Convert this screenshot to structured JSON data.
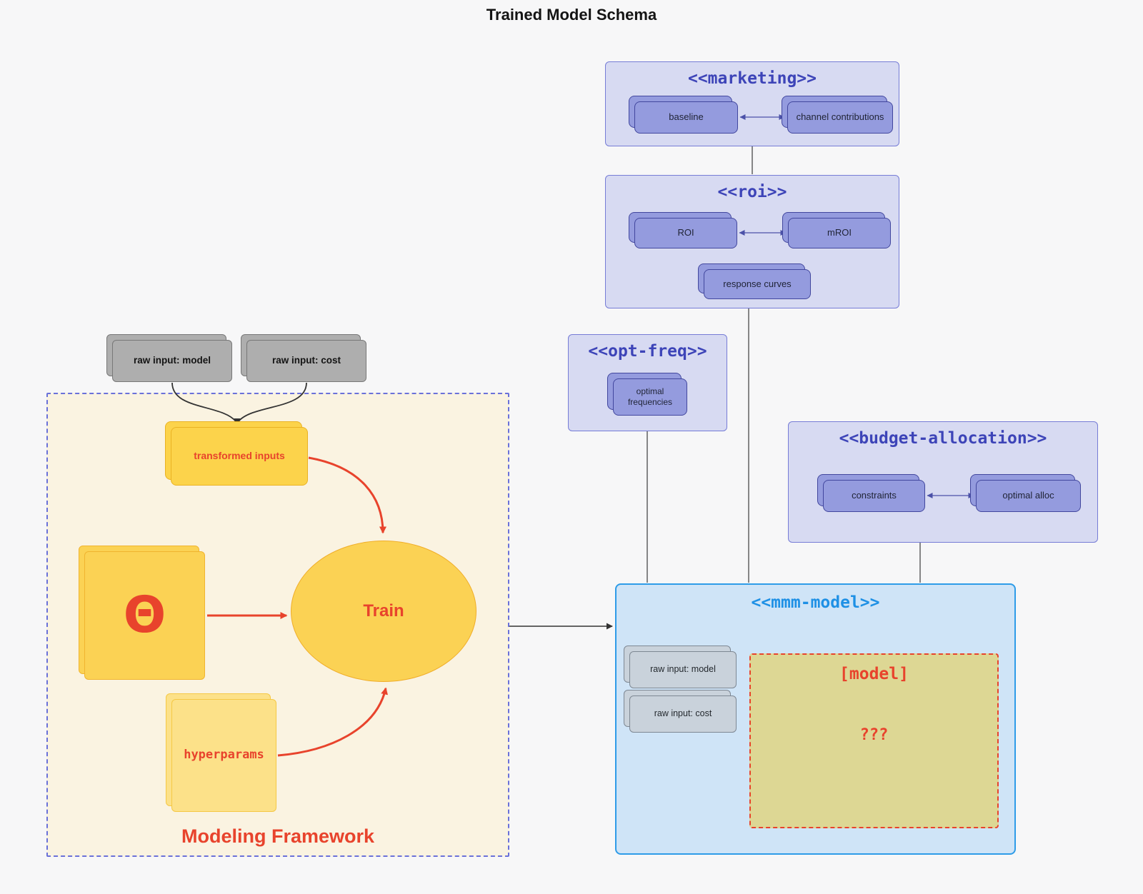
{
  "page": {
    "title": "Trained Model Schema"
  },
  "palette": {
    "background": "#f7f7f8",
    "cluster_fill": "#d7daf2",
    "cluster_border": "#767cd6",
    "cluster_title": "#3d44b8",
    "purple_node_fill": "#949bde",
    "purple_node_border": "#42479e",
    "gray_node_fill": "#aeaeae",
    "framework_fill": "#faf3e1",
    "framework_border": "#6a71d9",
    "yellow_fill": "#fcd34b",
    "yellow_border": "#eab223",
    "hyperparams_fill": "#fce189",
    "accent_red": "#e8432c",
    "mmm_fill": "#cfe4f7",
    "mmm_border": "#2e9ce8",
    "mmm_title": "#1e90e5",
    "inner_gray_fill": "#c9d2db",
    "model_box_fill": "#ddd794",
    "connector_line": "#4a4a4a"
  },
  "clusters": {
    "marketing": {
      "title": "<<marketing>>",
      "nodes": {
        "baseline": "baseline",
        "channel_contributions": "channel contributions"
      }
    },
    "roi": {
      "title": "<<roi>>",
      "nodes": {
        "roi": "ROI",
        "mroi": "mROI",
        "response_curves": "response curves"
      }
    },
    "opt_freq": {
      "title": "<<opt-freq>>",
      "nodes": {
        "optimal_frequencies": "optimal frequencies"
      }
    },
    "budget_allocation": {
      "title": "<<budget-allocation>>",
      "nodes": {
        "constraints": "constraints",
        "optimal_alloc": "optimal alloc"
      }
    },
    "mmm_model": {
      "title": "<<mmm-model>>",
      "nodes": {
        "raw_input_model": "raw input: model",
        "raw_input_cost": "raw input: cost"
      },
      "model_box": {
        "label": "[model]",
        "placeholder": "???"
      }
    },
    "modeling_framework": {
      "label": "Modeling Framework",
      "nodes": {
        "transformed_inputs": "transformed inputs",
        "theta": "Θ",
        "train": "Train",
        "hyperparams": "hyperparams"
      }
    }
  },
  "external_inputs": {
    "raw_input_model": "raw input: model",
    "raw_input_cost": "raw input: cost"
  }
}
